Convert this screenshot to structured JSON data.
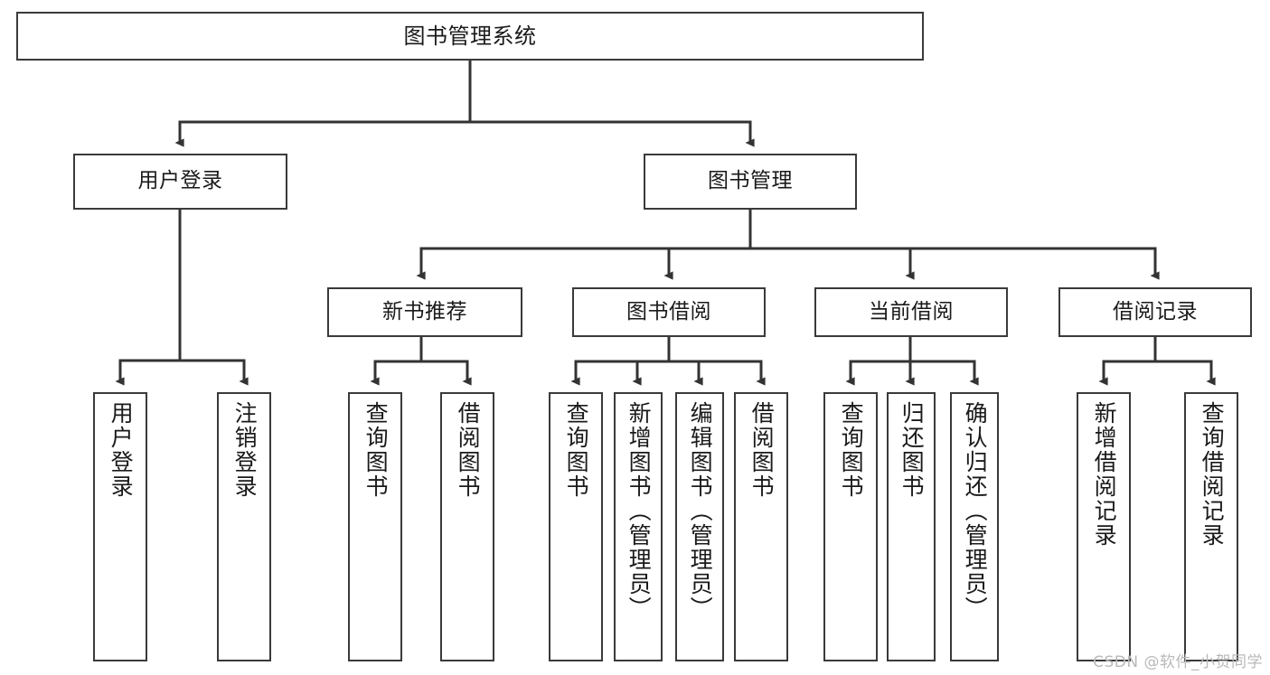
{
  "diagram": {
    "title_text": "图书管理系统",
    "watermark": "CSDN @软件_小贺同学",
    "colors": {
      "box_border": "#3a3a3a",
      "box_fill": "#ffffff",
      "connector": "#333333",
      "text": "#1a1a1a",
      "watermark": "#b9b9b9",
      "background": "#ffffff"
    },
    "nodes": {
      "root": {
        "label": "图书管理系统"
      },
      "level1": [
        {
          "label": "用户登录"
        },
        {
          "label": "图书管理"
        }
      ],
      "level2": [
        {
          "label": "新书推荐"
        },
        {
          "label": "图书借阅"
        },
        {
          "label": "当前借阅"
        },
        {
          "label": "借阅记录"
        }
      ],
      "leaves": {
        "user_login": [
          {
            "label": "用户登录"
          },
          {
            "label": "注销登录"
          }
        ],
        "new_book": [
          {
            "label": "查询图书"
          },
          {
            "label": "借阅图书"
          }
        ],
        "book_borrow": [
          {
            "label": "查询图书"
          },
          {
            "label": "新增图书（管理员）"
          },
          {
            "label": "编辑图书（管理员）"
          },
          {
            "label": "借阅图书"
          }
        ],
        "current_borrow": [
          {
            "label": "查询图书"
          },
          {
            "label": "归还图书"
          },
          {
            "label": "确认归还（管理员）"
          }
        ],
        "borrow_record": [
          {
            "label": "新增借阅记录"
          },
          {
            "label": "查询借阅记录"
          }
        ]
      }
    }
  }
}
